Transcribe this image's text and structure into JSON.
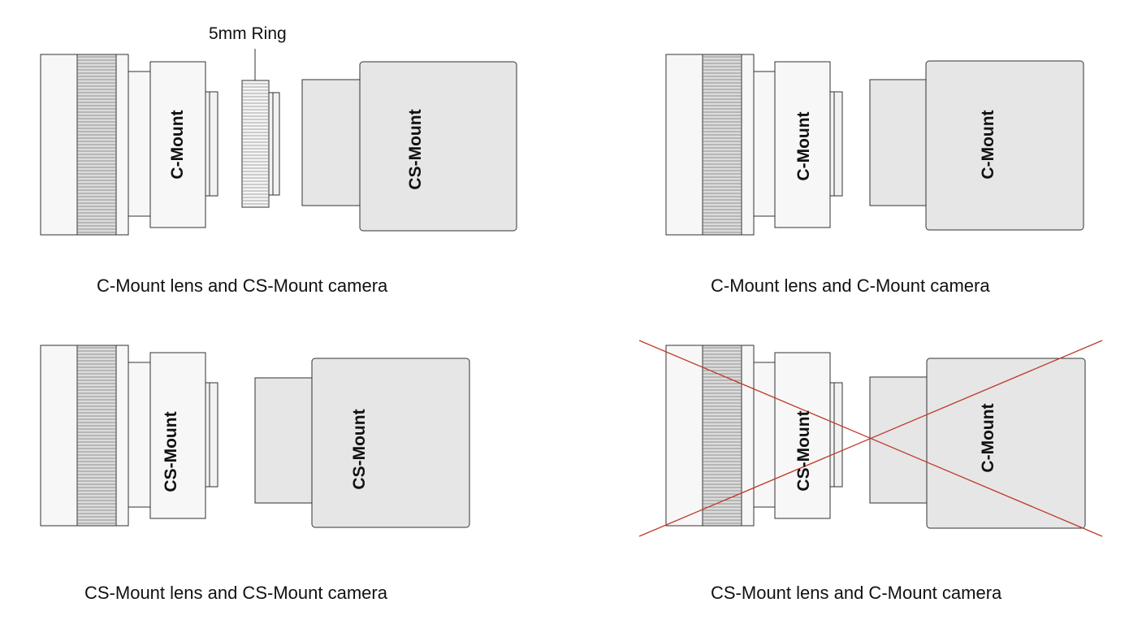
{
  "colors": {
    "lens_body": "#f7f7f7",
    "grip": "#dcdcdc",
    "outline": "#333333",
    "camera_body": "#e6e6e6",
    "cross": "#c0392b"
  },
  "ring_label": "5mm Ring",
  "panels": [
    {
      "lens_label": "C-Mount",
      "camera_label": "CS-Mount",
      "caption": "C-Mount lens and CS-Mount camera",
      "has_ring": true,
      "incompatible": false
    },
    {
      "lens_label": "C-Mount",
      "camera_label": "C-Mount",
      "caption": "C-Mount lens and C-Mount camera",
      "has_ring": false,
      "incompatible": false
    },
    {
      "lens_label": "CS-Mount",
      "camera_label": "CS-Mount",
      "caption": "CS-Mount lens and CS-Mount camera",
      "has_ring": false,
      "incompatible": false
    },
    {
      "lens_label": "CS-Mount",
      "camera_label": "C-Mount",
      "caption": "CS-Mount lens and C-Mount camera",
      "has_ring": false,
      "incompatible": true
    }
  ]
}
